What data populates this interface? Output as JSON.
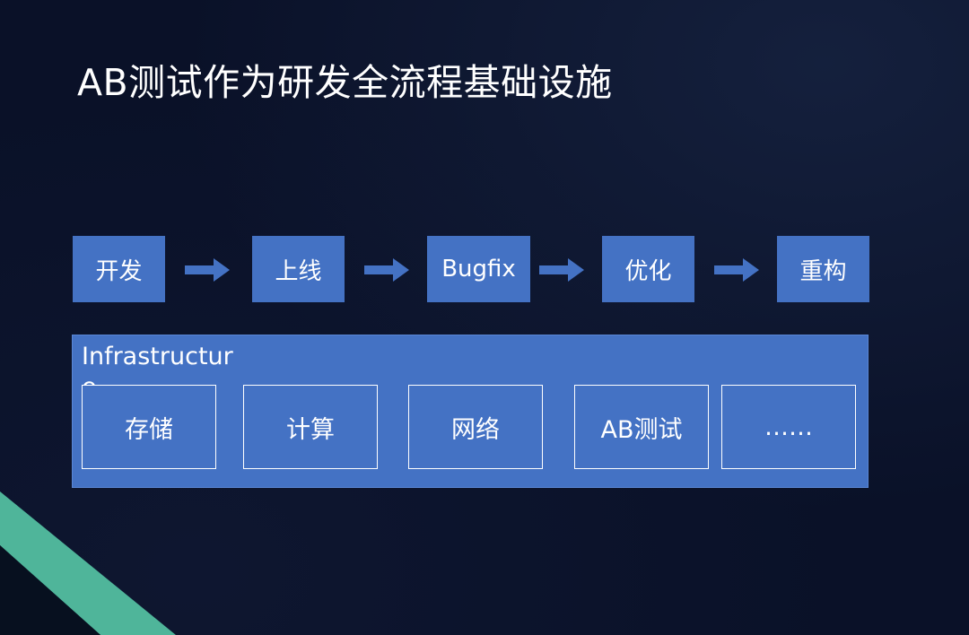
{
  "title": "AB测试作为研发全流程基础设施",
  "flow": {
    "steps": [
      {
        "label": "开发"
      },
      {
        "label": "上线"
      },
      {
        "label": "Bugfix"
      },
      {
        "label": "优化"
      },
      {
        "label": "重构"
      }
    ]
  },
  "infrastructure": {
    "label": "Infrastructure",
    "items": [
      {
        "label": "存储"
      },
      {
        "label": "计算"
      },
      {
        "label": "网络"
      },
      {
        "label": "AB测试"
      },
      {
        "label": "……"
      }
    ]
  },
  "colors": {
    "background": "#0a1128",
    "box_fill": "#4472c4",
    "accent_green": "#4fb59a",
    "text": "#ffffff"
  }
}
